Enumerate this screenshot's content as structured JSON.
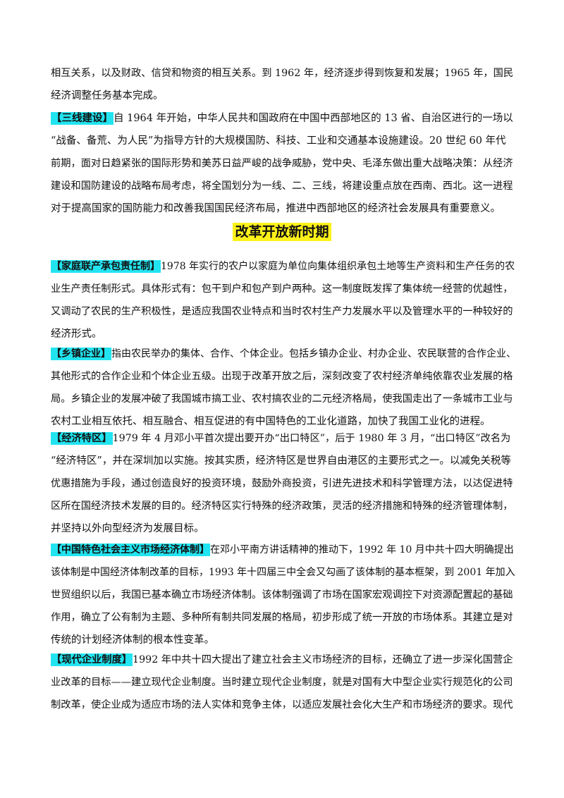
{
  "intro": {
    "lines": [
      "相互关系，以及财政、信贷和物资的相互关系。到 1962 年，经济逐步得到恢复和发展；1965 年，国民",
      "经济调整任务基本完成。"
    ]
  },
  "sanxian": {
    "term": "【三线建设】",
    "first": "自 1964 年开始，中华人民共和国政府在中国中西部地区的 13 省、自治区进行的一场以",
    "rest": [
      "“战备、备荒、为人民”为指导方针的大规模国防、科技、工业和交通基本设施建设。20 世纪 60 年代",
      "前期，面对日趋紧张的国际形势和美苏日益严峻的战争威胁，党中央、毛泽东做出重大战略决策：从经济",
      "建设和国防建设的战略布局考虑，将全国划分为一线、二、三线，将建设重点放在西南、西北。这一进程",
      "对于提高国家的国防能力和改善我国国民经济布局，推进中西部地区的经济社会发展具有重要意义。"
    ]
  },
  "section": {
    "title": "改革开放新时期"
  },
  "jiating": {
    "term": "【家庭联产承包责任制】",
    "first": "1978 年实行的农户以家庭为单位向集体组织承包土地等生产资料和生产任务的农",
    "rest": [
      "业生产责任制形式。具体形式有：包干到户和包产到户两种。这一制度既发挥了集体统一经营的优越性，",
      "又调动了农民的生产积极性，是适应我国农业特点和当时农村生产力发展水平以及管理水平的一种较好的",
      "经济形式。"
    ]
  },
  "xiangzhen": {
    "term": "【乡镇企业】",
    "first": "指由农民举办的集体、合作、个体企业。包括乡镇办企业、村办企业、农民联营的合作企业、",
    "rest": [
      "其他形式的合作企业和个体企业五级。出现于改革开放之后，深刻改变了农村经济单纯依靠农业发展的格",
      "局。乡镇企业的发展冲破了我国城市搞工业、农村搞农业的二元经济格局，使我国走出了一条城市工业与",
      "农村工业相互依托、相互融合、相互促进的有中国特色的工业化道路，加快了我国工业化的进程。"
    ]
  },
  "tequ": {
    "term": "【经济特区】",
    "first": "1979 年 4 月邓小平首次提出要开办“出口特区”，后于 1980 年 3 月，“出口特区”改名为",
    "rest": [
      "“经济特区”，并在深圳加以实施。按其实质，经济特区是世界自由港区的主要形式之一。以减免关税等",
      "优惠措施为手段，通过创造良好的投资环境，鼓励外商投资，引进先进技术和科学管理方法，以达促进特",
      "区所在国经济技术发展的目的。经济特区实行特殊的经济政策，灵活的经济措施和特殊的经济管理体制，",
      "并坚持以外向型经济为发展目标。"
    ]
  },
  "shichang": {
    "term": "【中国特色社会主义市场经济体制】",
    "first": "在邓小平南方讲话精神的推动下，1992 年 10 月中共十四大明确提出",
    "rest": [
      "该体制是中国经济体制改革的目标，1993 年十四届三中全会又勾画了该体制的基本框架，到 2001 年加入",
      "世贸组织以后，我国已基本确立市场经济体制。该体制强调了市场在国家宏观调控下对资源配置起的基础",
      "作用，确立了公有制为主题、多种所有制共同发展的格局，初步形成了统一开放的市场体系。其建立是对",
      "传统的计划经济体制的根本性变革。"
    ]
  },
  "qiye": {
    "term": "【现代企业制度】",
    "first": "1992 年中共十四大提出了建立社会主义市场经济的目标，还确立了进一步深化国营企",
    "rest": [
      "业改革的目标——建立现代企业制度。当时建立现代企业制度，就是对国有大中型企业实行规范化的公司",
      "制改革，使企业成为适应市场的法人实体和竞争主体，以适应发展社会化大生产和市场经济的要求。现代"
    ]
  },
  "colors": {
    "term_highlight": "#22e4f0",
    "title_highlight": "#fff21a"
  }
}
